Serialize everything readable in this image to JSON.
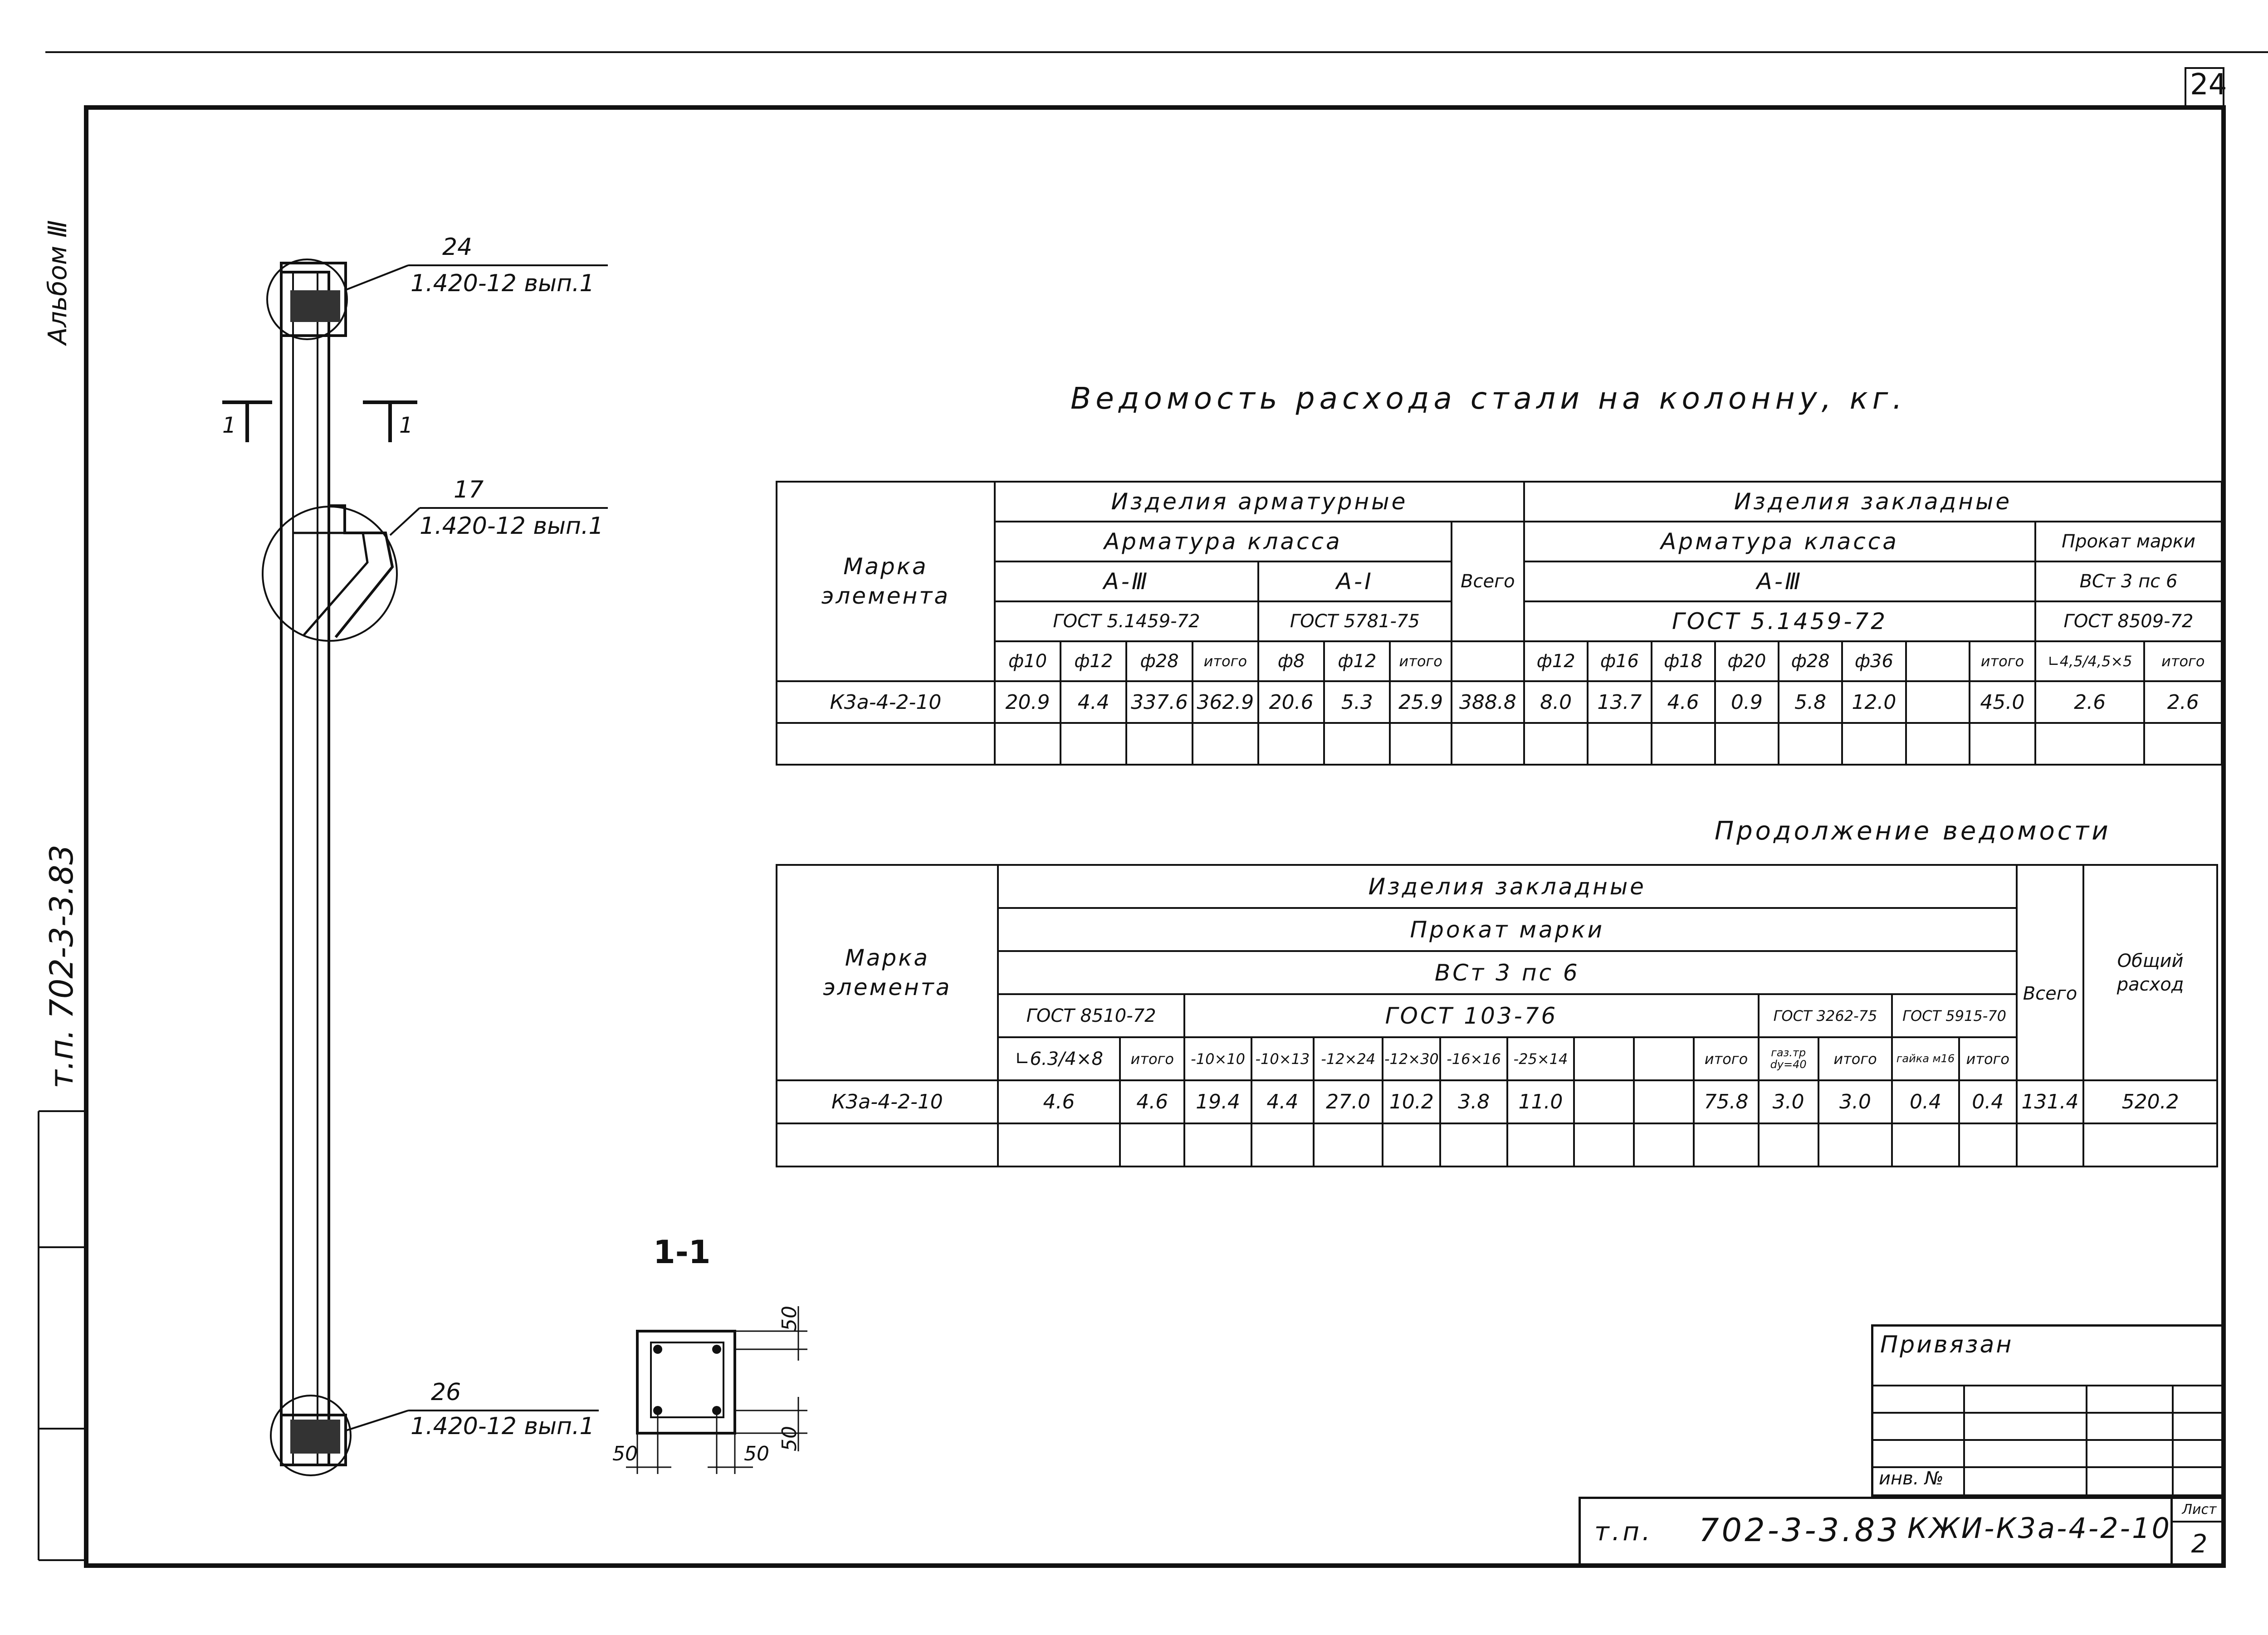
{
  "sheet_number": "24",
  "side_labels": {
    "album": "Альбом Ⅲ",
    "project": "т.п. 702-3-3.83"
  },
  "title": "Ведомость расхода стали на колонну, кг.",
  "continuation_title": "Продолжение ведомости",
  "callouts": {
    "top_mark": "24",
    "top_ref": "1.420-12 вып.1",
    "mid_mark": "17",
    "mid_ref": "1.420-12 вып.1",
    "bottom_mark": "26",
    "bottom_ref": "1.420-12 вып.1"
  },
  "section": {
    "marker_left": "1",
    "marker_right": "1",
    "label": "1-1",
    "dim_top": "50",
    "dim_right": "50",
    "dim_bottom_left": "50",
    "dim_bottom_right": "50"
  },
  "table1": {
    "col_mark": "Марка элемента",
    "group_rebar": "Изделия арматурные",
    "rebar_class": "Арматура класса",
    "class_a3": "А-Ⅲ",
    "class_a1": "А-Ⅰ",
    "gost_a3": "ГОСТ 5.1459-72",
    "gost_a1": "ГОСТ 5781-75",
    "total": "Всего",
    "group_embedded": "Изделия закладные",
    "emb_rebar_class": "Арматура класса",
    "emb_class_a3": "А-Ⅲ",
    "emb_gost": "ГОСТ 5.1459-72",
    "rolled_mark": "Прокат марки",
    "rolled_steel": "ВСт 3 пс 6",
    "rolled_gost": "ГОСТ 8509-72",
    "sub_a3": [
      "ф10",
      "ф12",
      "ф28",
      "итого"
    ],
    "sub_a1": [
      "ф8",
      "ф12",
      "итого"
    ],
    "sub_emb": [
      "ф12",
      "ф16",
      "ф18",
      "ф20",
      "ф28",
      "ф36",
      "",
      "итого"
    ],
    "sub_rolled": [
      "∟4,5/4,5×5",
      "итого"
    ],
    "rows": [
      {
        "mark": "К3а-4-2-10",
        "a3": [
          "20.9",
          "4.4",
          "337.6",
          "362.9"
        ],
        "a1": [
          "20.6",
          "5.3",
          "25.9"
        ],
        "total": "388.8",
        "emb": [
          "8.0",
          "13.7",
          "4.6",
          "0.9",
          "5.8",
          "12.0",
          "",
          "45.0"
        ],
        "rolled": [
          "2.6",
          "2.6"
        ]
      }
    ]
  },
  "table2": {
    "col_mark": "Марка элемента",
    "group_embedded": "Изделия закладные",
    "rolled_mark": "Прокат марки",
    "rolled_steel": "ВСт 3 пс 6",
    "gost_8510": "ГОСТ 8510-72",
    "gost_103": "ГОСТ 103-76",
    "gost_3262": "ГОСТ 3262-75",
    "gost_5915": "ГОСТ 5915-70",
    "total": "Всего",
    "overall": "Общий расход",
    "sub_8510": [
      "∟6.3/4×8",
      "итого"
    ],
    "sub_103": [
      "-10×10",
      "-10×13",
      "-12×24",
      "-12×30",
      "-16×16",
      "-25×14",
      "",
      "",
      "итого"
    ],
    "sub_3262": [
      "газ.тр dу=40",
      "итого"
    ],
    "sub_5915": [
      "гайка м16",
      "итого"
    ],
    "rows": [
      {
        "mark": "К3а-4-2-10",
        "g8510": [
          "4.6",
          "4.6"
        ],
        "g103": [
          "19.4",
          "4.4",
          "27.0",
          "10.2",
          "3.8",
          "11.0",
          "",
          "",
          "75.8"
        ],
        "g3262": [
          "3.0",
          "3.0"
        ],
        "g5915": [
          "0.4",
          "0.4"
        ],
        "total": "131.4",
        "overall": "520.2"
      }
    ]
  },
  "stamp": {
    "tied": "Привязан",
    "inv": "инв. №",
    "code_prefix": "т.п.",
    "code_num": "702-3-3.83",
    "code_doc": "КЖИ-К3а-4-2-10",
    "sheet_label": "Лист",
    "sheet_value": "2"
  }
}
